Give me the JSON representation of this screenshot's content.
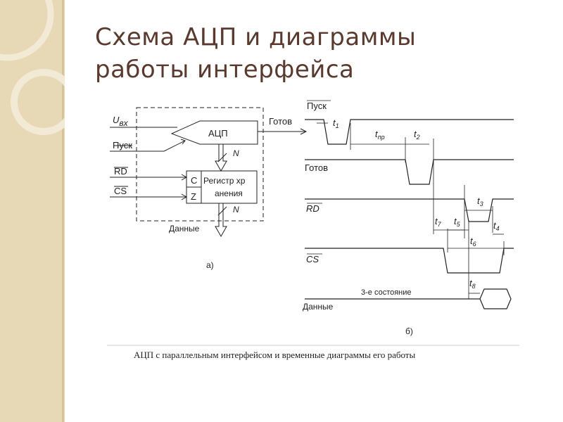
{
  "slide": {
    "title_line1": "Схема АЦП и диаграммы",
    "title_line2": "работы интерфейса",
    "accent_color": "#5a3a2e",
    "band_color": "#e7d8b6"
  },
  "schematic": {
    "input_label": "U",
    "input_sub": "вх",
    "start_label": "Пуск",
    "rd_label": "RD",
    "cs_label": "CS",
    "adc_label": "АЦП",
    "ready_label": "Готов",
    "bus_label": "N",
    "bus_label_2": "N",
    "pin_c": "C",
    "pin_z": "Z",
    "register_line1": "Регистр хр",
    "register_line2": "анения",
    "data_label": "Данные",
    "part_label": "а)"
  },
  "timing": {
    "signals": {
      "start": "Пуск",
      "ready": "Готов",
      "rd": "RD",
      "cs": "CS",
      "data": "Данные"
    },
    "intervals": {
      "t1": "t",
      "t1_sub": "1",
      "tpr": "t",
      "tpr_sub": "пр",
      "t2": "t",
      "t2_sub": "2",
      "t3": "t",
      "t3_sub": "3",
      "t4": "t",
      "t4_sub": "4",
      "t5": "t",
      "t5_sub": "5",
      "t6": "t",
      "t6_sub": "6",
      "t7": "t",
      "t7_sub": "7",
      "t8": "t",
      "t8_sub": "8"
    },
    "third_state": "3-е состояние",
    "part_label": "б)"
  },
  "caption": "АЦП с параллельным интерфейсом и временные диаграммы его работы"
}
